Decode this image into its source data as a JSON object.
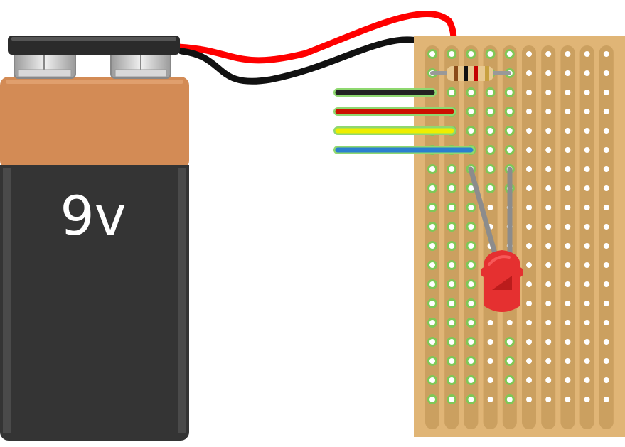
{
  "battery": {
    "label": "9v",
    "colors": {
      "top": "#D38B55",
      "body": "#343434",
      "cap": "#2b2b2b",
      "terminal": "#c8c8c8"
    }
  },
  "battery_leads": [
    {
      "name": "battery-red-lead",
      "color": "#ff0000"
    },
    {
      "name": "battery-black-lead",
      "color": "#111111"
    }
  ],
  "stripboard": {
    "board_color": "#E0B576",
    "strip_color": "#CBA060",
    "hole_color": "#ffffff",
    "active_hole_color": "#7FC857",
    "columns": 10,
    "rows": 19
  },
  "jumper_wires": [
    {
      "name": "black-jumper-wire",
      "color": "#222222"
    },
    {
      "name": "red-jumper-wire",
      "color": "#cc1100"
    },
    {
      "name": "yellow-jumper-wire",
      "color": "#eeee00"
    },
    {
      "name": "blue-jumper-wire",
      "color": "#2a7fd0"
    }
  ],
  "resistor": {
    "band_colors": [
      "#8a4b1a",
      "#111111",
      "#c40000",
      "#c8a040"
    ],
    "body_color": "#e8c890"
  },
  "led": {
    "color": "#e53030",
    "highlight": "#ff6a6a"
  }
}
